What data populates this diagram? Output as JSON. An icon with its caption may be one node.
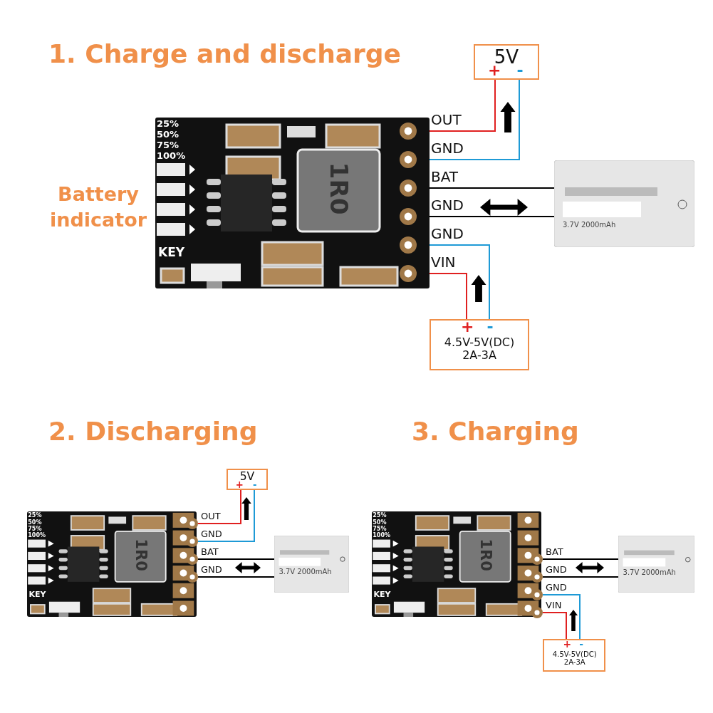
{
  "diagram": {
    "nodes": [
      {
        "text": [
          "25%",
          "50%",
          "75%",
          "100%",
          "KEY",
          "1R0"
        ]
      },
      {
        "text": [],
        "shape": "circle",
        "in": 0,
        "beside": [
          "OUT"
        ]
      },
      {
        "text": [],
        "shape": "circle",
        "in": 0,
        "beside": [
          "GND"
        ]
      },
      {
        "text": [],
        "shape": "circle",
        "in": 0,
        "beside": [
          "BAT"
        ]
      },
      {
        "text": [],
        "shape": "circle",
        "in": 0,
        "beside": [
          "GND"
        ]
      },
      {
        "text": [],
        "shape": "circle",
        "in": 0,
        "beside": [
          "GND"
        ]
      },
      {
        "text": [],
        "shape": "circle",
        "in": 0,
        "beside": [
          "VIN"
        ]
      },
      {
        "text": [
          "5V",
          "+",
          "-"
        ]
      },
      {
        "text": [
          "3.7V 2000mAh"
        ]
      },
      {
        "text": [
          "+",
          "-",
          "4.5V-5V(DC) 2A-3A"
        ]
      },
      {
        "text": [
          "25%",
          "50%",
          "75%",
          "100%",
          "KEY",
          "1R0"
        ]
      },
      {
        "text": [],
        "shape": "circle",
        "in": 10,
        "beside": [
          "OUT"
        ]
      },
      {
        "text": [],
        "shape": "circle",
        "in": 10,
        "beside": [
          "GND"
        ]
      },
      {
        "text": [],
        "shape": "circle",
        "in": 10,
        "beside": [
          "BAT"
        ]
      },
      {
        "text": [],
        "shape": "circle",
        "in": 10,
        "beside": [
          "GND"
        ]
      },
      {
        "text": [
          "5V",
          "+",
          "-"
        ]
      },
      {
        "text": [
          "3.7V 2000mAh"
        ]
      },
      {
        "text": [
          "25%",
          "50%",
          "75%",
          "100%",
          "KEY",
          "1R0"
        ]
      },
      {
        "text": [],
        "shape": "circle",
        "in": 17,
        "beside": [
          "BAT"
        ]
      },
      {
        "text": [],
        "shape": "circle",
        "in": 17,
        "beside": [
          "GND"
        ]
      },
      {
        "text": [],
        "shape": "circle",
        "in": 17,
        "beside": [
          "GND"
        ]
      },
      {
        "text": [],
        "shape": "circle",
        "in": 17,
        "beside": [
          "VIN"
        ]
      },
      {
        "text": [
          "3.7V 2000mAh"
        ]
      },
      {
        "text": [
          "+",
          "-",
          "4.5V-5V(DC) 2A-3A"
        ]
      }
    ],
    "edges": [
      {
        "from": 1,
        "to": 7,
        "arrow": "none",
        "color": "#e02020"
      },
      {
        "from": 2,
        "to": 7,
        "arrow": "none",
        "color": "#1e9ad6"
      },
      {
        "from": 3,
        "to": 8,
        "arrow": "none"
      },
      {
        "from": 4,
        "to": 8,
        "arrow": "none"
      },
      {
        "from": 5,
        "to": 9,
        "arrow": "none",
        "color": "#1e9ad6"
      },
      {
        "from": 6,
        "to": 9,
        "arrow": "none",
        "color": "#e02020"
      },
      {
        "from": 11,
        "to": 15,
        "arrow": "none",
        "color": "#e02020"
      },
      {
        "from": 12,
        "to": 15,
        "arrow": "none",
        "color": "#1e9ad6"
      },
      {
        "from": 13,
        "to": 16,
        "arrow": "none"
      },
      {
        "from": 14,
        "to": 16,
        "arrow": "none"
      },
      {
        "from": 18,
        "to": 22,
        "arrow": "none"
      },
      {
        "from": 19,
        "to": 22,
        "arrow": "none"
      },
      {
        "from": 20,
        "to": 23,
        "arrow": "none",
        "color": "#1e9ad6"
      },
      {
        "from": 21,
        "to": 23,
        "arrow": "none",
        "color": "#e02020"
      }
    ],
    "labels": [
      "1. Charge and discharge",
      "Battery indicator",
      "2. Discharging",
      "3. Charging"
    ]
  }
}
